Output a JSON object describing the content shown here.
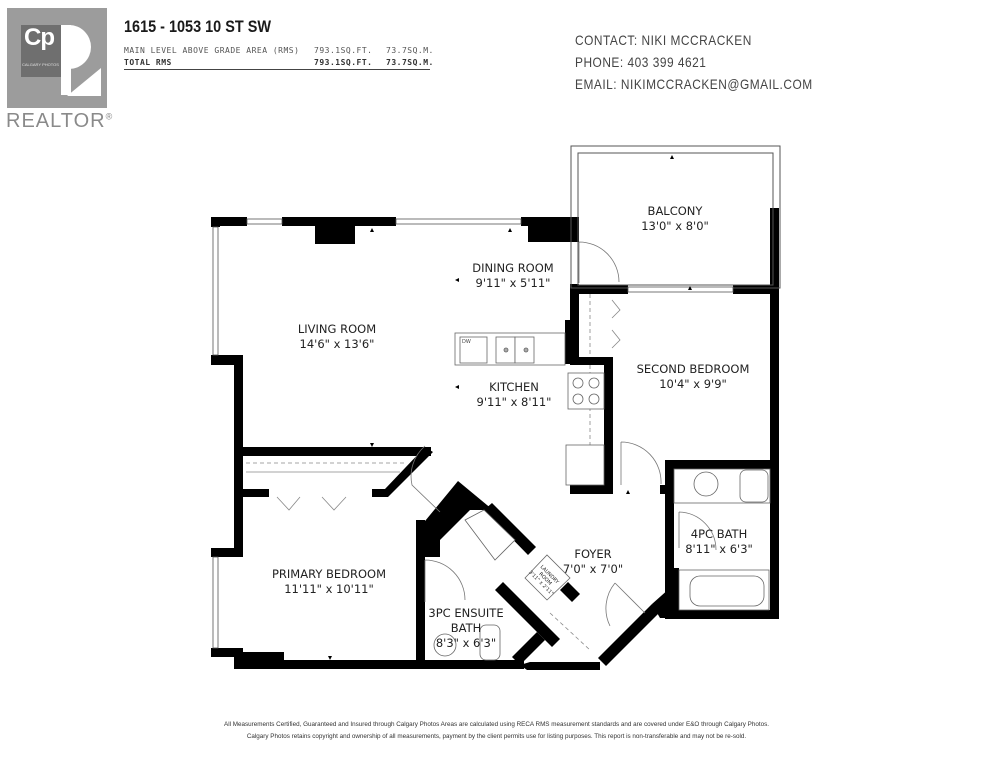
{
  "logo": {
    "brand_mark": "Cp",
    "brand_sub": "CALGARY PHOTOS",
    "realtor_text": "REALTOR",
    "registered_mark": "®"
  },
  "header": {
    "address": "1615 - 1053 10 ST SW",
    "area_rows": [
      {
        "label": "MAIN LEVEL ABOVE GRADE AREA (RMS)",
        "sqft": "793.1SQ.FT.",
        "sqm": "73.7SQ.M."
      },
      {
        "label": "TOTAL RMS",
        "sqft": "793.1SQ.FT.",
        "sqm": "73.7SQ.M."
      }
    ]
  },
  "contact": {
    "name_line": "CONTACT: NIKI MCCRACKEN",
    "phone_line": "PHONE: 403 399 4621",
    "email_line": "EMAIL: NIKIMCCRACKEN@GMAIL.COM"
  },
  "rooms": [
    {
      "name": "BALCONY",
      "size": "13'0\" x 8'0\""
    },
    {
      "name": "DINING ROOM",
      "size": "9'11\" x 5'11\""
    },
    {
      "name": "LIVING ROOM",
      "size": "14'6\" x 13'6\""
    },
    {
      "name": "KITCHEN",
      "size": "9'11\" x 8'11\""
    },
    {
      "name": "SECOND BEDROOM",
      "size": "10'4\" x 9'9\""
    },
    {
      "name": "PRIMARY BEDROOM",
      "size": "11'11\" x 10'11\""
    },
    {
      "name": "FOYER",
      "size": "7'0\" x 7'0\""
    },
    {
      "name": "4PC BATH",
      "size": "8'11\" x 6'3\""
    },
    {
      "name": "3PC ENSUITE",
      "name2": "BATH",
      "size": "8'3\" x 6'3\""
    },
    {
      "name": "LAUNDRY",
      "name2": "ROOM",
      "size": "3'11\" x 2'11\""
    }
  ],
  "appliance_labels": {
    "dishwasher": "DW"
  },
  "footer": {
    "line1": "All Measurements Certified, Guaranteed and Insured through Calgary Photos Areas are calculated using RECA RMS measurement standards and are covered under E&O through Calgary Photos.",
    "line2": "Calgary Photos retains copyright and ownership of all measurements, payment by the client permits use for listing purposes. This report is non-transferable and may not be re-sold."
  }
}
